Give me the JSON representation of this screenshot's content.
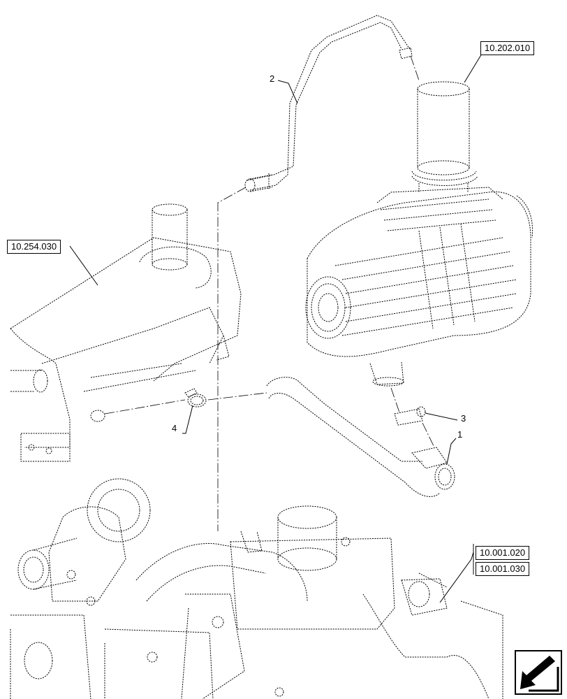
{
  "references": {
    "top_right": "10.202.010",
    "left": "10.254.030",
    "bottom_right_1": "10.001.020",
    "bottom_right_2": "10.001.030"
  },
  "callouts": {
    "part_1": "1",
    "part_2": "2",
    "part_3": "3",
    "part_4": "4"
  },
  "navigation": {
    "icon": "back-arrow-icon"
  }
}
